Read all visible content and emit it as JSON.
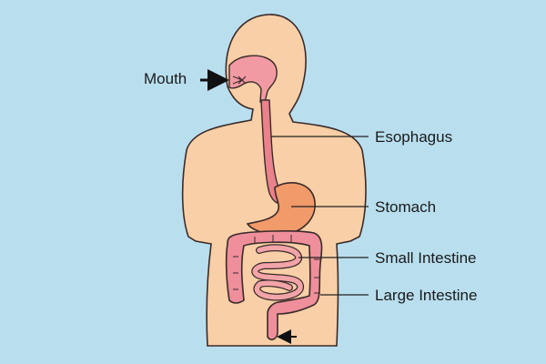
{
  "labels": {
    "mouth": "Mouth",
    "esophagus": "Esophagus",
    "stomach": "Stomach",
    "small_intestine": "Small Intestine",
    "large_intestine": "Large Intestine"
  },
  "colors": {
    "background": "#b9dfef",
    "skin": "#f8cfa6",
    "mouth_pink": "#f29aa3",
    "esophagus": "#e9828c",
    "stomach": "#f19a6a",
    "small_intestine": "#f3a4a8",
    "large_intestine": "#ee8f9b",
    "outline": "#3a2a2a"
  }
}
